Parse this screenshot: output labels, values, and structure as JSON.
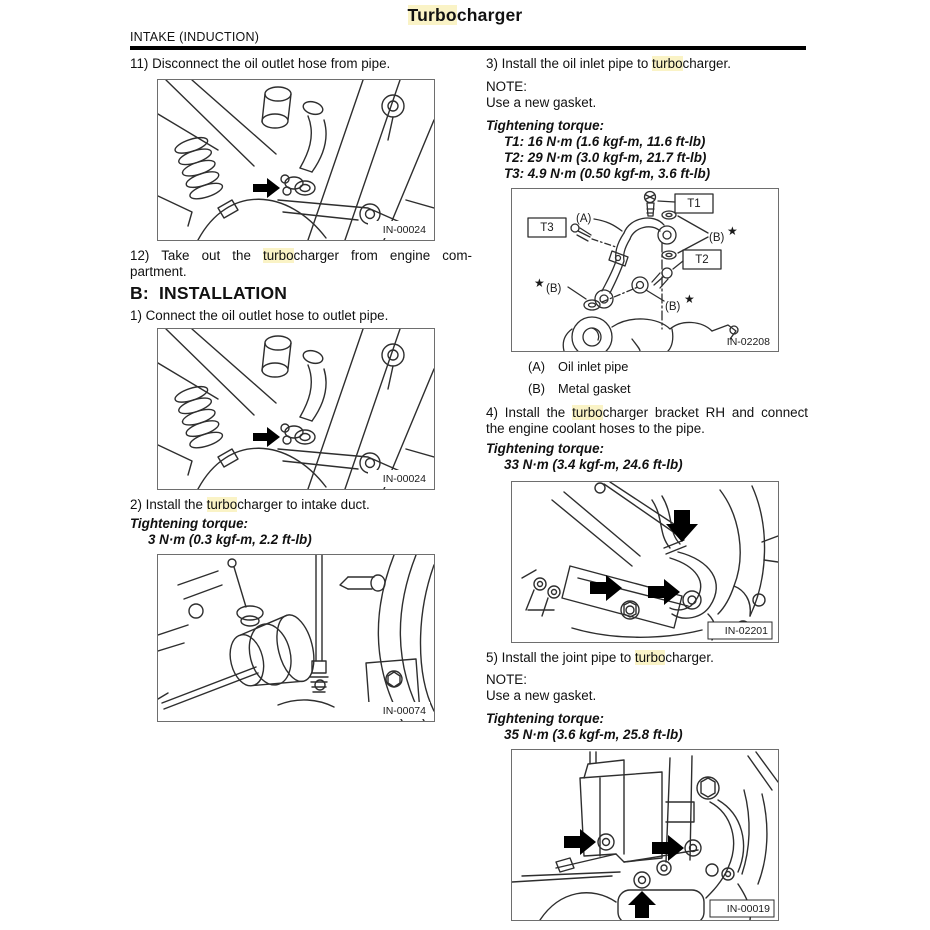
{
  "header": {
    "title_hl": "Turbo",
    "title_rest": "charger",
    "section": "INTAKE (INDUCTION)"
  },
  "left": {
    "step11": "11) Disconnect the oil outlet hose from pipe.",
    "fig1_code": "IN-00024",
    "step12_pre": "12) Take out the ",
    "step12_hl": "turbo",
    "step12_post": "charger from engine com-",
    "step12_line2": "partment.",
    "heading_b": "B:  INSTALLATION",
    "step1": "1) Connect the oil outlet hose to outlet pipe.",
    "fig2_code": "IN-00024",
    "step2_pre": "2) Install the ",
    "step2_hl": "turbo",
    "step2_post": "charger to intake duct.",
    "torque2_label": "Tightening torque:",
    "torque2_value": "3 N·m (0.3 kgf-m, 2.2 ft-lb)",
    "fig3_code": "IN-00074"
  },
  "right": {
    "step3_pre": "3) Install the oil inlet pipe to ",
    "step3_hl": "turbo",
    "step3_post": "charger.",
    "note3_label": "NOTE:",
    "note3_text": "Use a new gasket.",
    "torque3_label": "Tightening torque:",
    "torque3_t1": "T1: 16 N·m (1.6 kgf-m, 11.6 ft-lb)",
    "torque3_t2": "T2: 29 N·m (3.0 kgf-m, 21.7 ft-lb)",
    "torque3_t3": "T3: 4.9 N·m (0.50 kgf-m, 3.6 ft-lb)",
    "fig4_code": "IN-02208",
    "fig4": {
      "t1": "T1",
      "t2": "T2",
      "t3": "T3",
      "a": "(A)",
      "b": "(B)",
      "star": "★"
    },
    "legend_a_key": "(A)",
    "legend_a_desc": "Oil inlet pipe",
    "legend_b_key": "(B)",
    "legend_b_desc": "Metal gasket",
    "step4_pre": "4) Install the ",
    "step4_hl": "turbo",
    "step4_post": "charger bracket RH and connect",
    "step4_line2": "the engine coolant hoses to the pipe.",
    "torque4_label": "Tightening torque:",
    "torque4_value": "33 N·m (3.4 kgf-m, 24.6 ft-lb)",
    "fig5_code": "IN-02201",
    "step5_pre": "5) Install the joint pipe to ",
    "step5_hl": "turbo",
    "step5_post": "charger.",
    "note5_label": "NOTE:",
    "note5_text": "Use a new gasket.",
    "torque5_label": "Tightening torque:",
    "torque5_value": "35 N·m (3.6 kgf-m, 25.8 ft-lb)",
    "fig6_code": "IN-00019"
  },
  "colors": {
    "highlight": "#faf3c6",
    "ink": "#111111",
    "line_art": "#2e2e2e",
    "frame_border": "#6e6e6e"
  }
}
